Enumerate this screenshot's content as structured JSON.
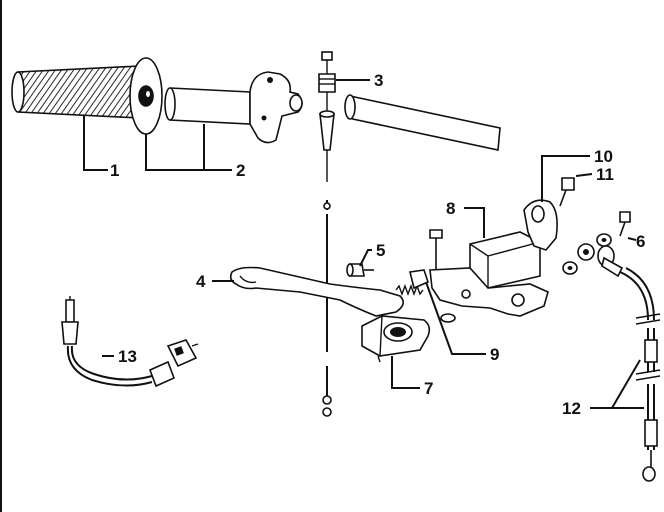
{
  "callouts": [
    {
      "id": "1",
      "label": "1"
    },
    {
      "id": "2",
      "label": "2"
    },
    {
      "id": "3",
      "label": "3"
    },
    {
      "id": "4",
      "label": "4"
    },
    {
      "id": "5",
      "label": "5"
    },
    {
      "id": "6",
      "label": "6"
    },
    {
      "id": "7",
      "label": "7"
    },
    {
      "id": "8",
      "label": "8"
    },
    {
      "id": "9",
      "label": "9"
    },
    {
      "id": "10",
      "label": "10"
    },
    {
      "id": "11",
      "label": "11"
    },
    {
      "id": "12",
      "label": "12"
    },
    {
      "id": "13",
      "label": "13"
    }
  ],
  "parts": {
    "grip": "grip",
    "throttle_tube": "throttle-tube",
    "throttle_cable_adjuster": "throttle-cable-adjuster",
    "clutch_lever": "clutch-lever",
    "lever_pivot_bolt": "lever-pivot-bolt",
    "mount_bolt": "mount-bolt",
    "lever_bracket": "lever-bracket",
    "master_cylinder": "master-cylinder",
    "spring": "spring",
    "mount_clamp": "mount-clamp",
    "clamp_bolt": "clamp-bolt",
    "cable": "cable",
    "kill_switch_wire": "kill-switch-wire"
  },
  "colors": {
    "ink": "#111111",
    "paper": "#ffffff"
  }
}
